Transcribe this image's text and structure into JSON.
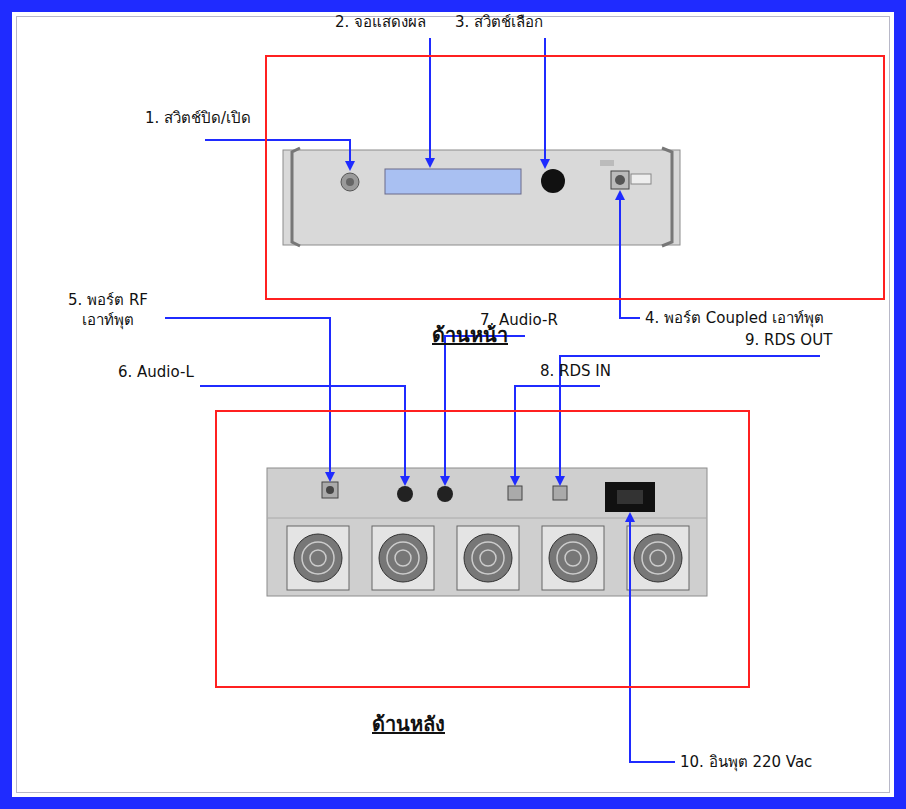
{
  "diagram": {
    "nodes": [
      {
        "text": [
          "ด้านหน้า"
        ]
      },
      {
        "text": [
          "ด้านหลัง"
        ]
      }
    ],
    "labels": [
      "1. สวิตช์ปิด/เปิด",
      "2. จอแสดงผล",
      "3. สวิตช์เลือก",
      "4. พอร์ต Coupled เอาท์พุต",
      "5. พอร์ต RF เอาท์พุต",
      "6. Audio-L",
      "7. Audio-R",
      "8. RDS IN",
      "9. RDS OUT",
      "10. อินพุต 220 Vac"
    ]
  }
}
